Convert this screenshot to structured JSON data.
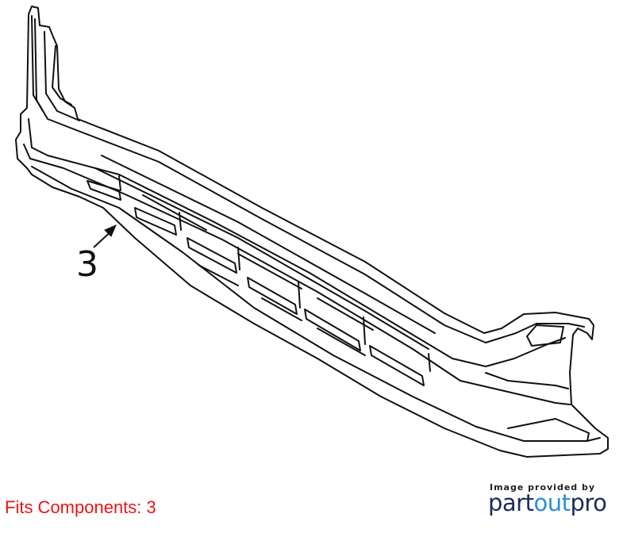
{
  "diagram": {
    "callout": {
      "label": "3"
    }
  },
  "footer": {
    "fits_components": "Fits Components: 3",
    "credit_line": "Image provided by",
    "brand_part": "part",
    "brand_out": "out",
    "brand_pro": "pro"
  },
  "colors": {
    "fits_text": "#e8141b",
    "brand_dark": "#1c2b5a",
    "brand_accent": "#2b8fd6",
    "line": "#111111"
  }
}
